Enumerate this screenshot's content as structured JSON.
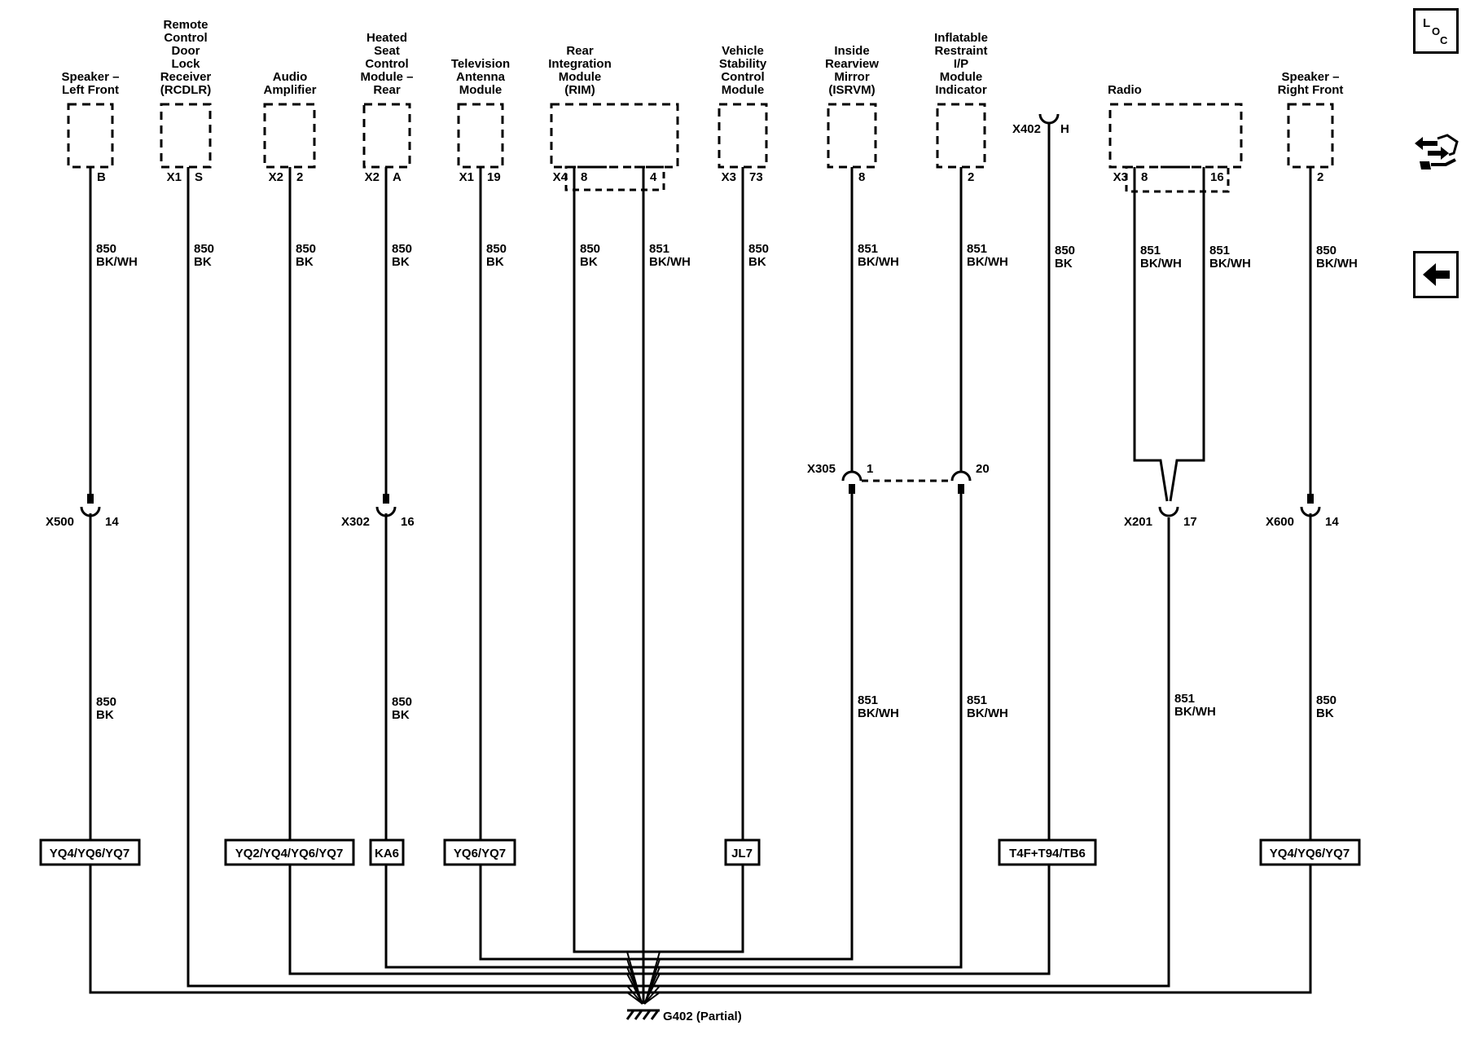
{
  "ground": {
    "name": "G402 (Partial)"
  },
  "components": [
    {
      "id": "spk_lf",
      "label": [
        "Speaker –",
        "Left Front"
      ]
    },
    {
      "id": "rcdlr",
      "label": [
        "Remote",
        "Control",
        "Door",
        "Lock",
        "Receiver",
        "(RCDLR)"
      ]
    },
    {
      "id": "amp",
      "label": [
        "Audio",
        "Amplifier"
      ]
    },
    {
      "id": "hscm",
      "label": [
        "Heated",
        "Seat",
        "Control",
        "Module –",
        "Rear"
      ]
    },
    {
      "id": "tam",
      "label": [
        "Television",
        "Antenna",
        "Module"
      ]
    },
    {
      "id": "rim",
      "label": [
        "Rear",
        "Integration",
        "Module",
        "(RIM)"
      ]
    },
    {
      "id": "vscm",
      "label": [
        "Vehicle",
        "Stability",
        "Control",
        "Module"
      ]
    },
    {
      "id": "isrvm",
      "label": [
        "Inside",
        "Rearview",
        "Mirror",
        "(ISRVM)"
      ]
    },
    {
      "id": "irim",
      "label": [
        "Inflatable",
        "Restraint",
        "I/P",
        "Module",
        "Indicator"
      ]
    },
    {
      "id": "radio",
      "label": [
        "Radio"
      ]
    },
    {
      "id": "spk_rf",
      "label": [
        "Speaker –",
        "Right Front"
      ]
    }
  ],
  "pins": [
    {
      "connector": "",
      "pin": "B"
    },
    {
      "connector": "X1",
      "pin": "S"
    },
    {
      "connector": "X2",
      "pin": "2"
    },
    {
      "connector": "X2",
      "pin": "A"
    },
    {
      "connector": "X1",
      "pin": "19"
    },
    {
      "connector": "X4",
      "pin": "8"
    },
    {
      "connector": "",
      "pin": "4"
    },
    {
      "connector": "X3",
      "pin": "73"
    },
    {
      "connector": "",
      "pin": "8"
    },
    {
      "connector": "",
      "pin": "2"
    },
    {
      "connector": "X3",
      "pin": "8"
    },
    {
      "connector": "",
      "pin": "16"
    },
    {
      "connector": "",
      "pin": "2"
    }
  ],
  "x402": {
    "connector": "X402",
    "pin": "H"
  },
  "wires_upper": [
    {
      "circuit": "850",
      "color": "BK/WH"
    },
    {
      "circuit": "850",
      "color": "BK"
    },
    {
      "circuit": "850",
      "color": "BK"
    },
    {
      "circuit": "850",
      "color": "BK"
    },
    {
      "circuit": "850",
      "color": "BK"
    },
    {
      "circuit": "850",
      "color": "BK"
    },
    {
      "circuit": "851",
      "color": "BK/WH"
    },
    {
      "circuit": "850",
      "color": "BK"
    },
    {
      "circuit": "851",
      "color": "BK/WH"
    },
    {
      "circuit": "851",
      "color": "BK/WH"
    },
    {
      "circuit": "850",
      "color": "BK"
    },
    {
      "circuit": "851",
      "color": "BK/WH"
    },
    {
      "circuit": "851",
      "color": "BK/WH"
    },
    {
      "circuit": "850",
      "color": "BK/WH"
    }
  ],
  "wires_lower": [
    {
      "circuit": "850",
      "color": "BK"
    },
    {
      "circuit": "850",
      "color": "BK"
    },
    {
      "circuit": "851",
      "color": "BK/WH"
    },
    {
      "circuit": "851",
      "color": "BK/WH"
    },
    {
      "circuit": "851",
      "color": "BK/WH"
    },
    {
      "circuit": "850",
      "color": "BK"
    }
  ],
  "inline_connectors": [
    {
      "connector": "X500",
      "pin": "14"
    },
    {
      "connector": "X302",
      "pin": "16"
    },
    {
      "connector": "X305",
      "pin": "1"
    },
    {
      "connector": "",
      "pin": "20"
    },
    {
      "connector": "X201",
      "pin": "17"
    },
    {
      "connector": "X600",
      "pin": "14"
    }
  ],
  "options": [
    "YQ4/YQ6/YQ7",
    "YQ2/YQ4/YQ6/YQ7",
    "KA6",
    "YQ6/YQ7",
    "JL7",
    "T4F+T94/TB6",
    "YQ4/YQ6/YQ7"
  ],
  "nav": {
    "loc": {
      "l": "L",
      "o": "O",
      "c": "C"
    }
  }
}
